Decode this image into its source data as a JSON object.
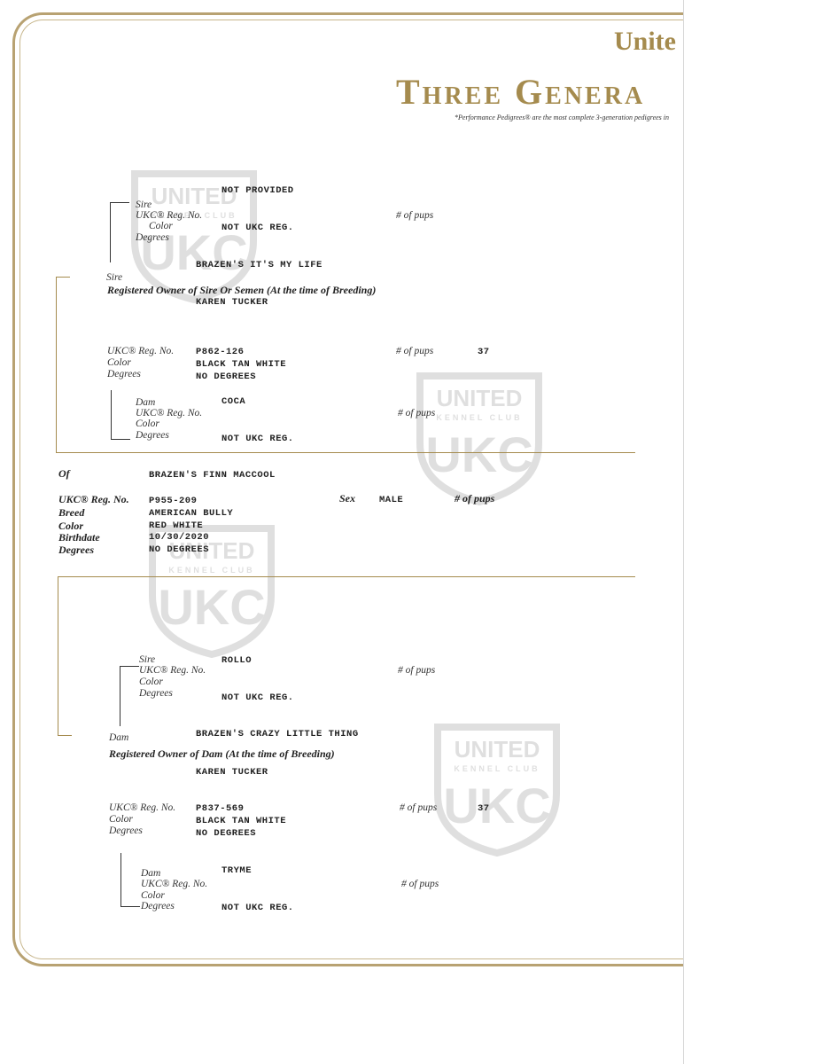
{
  "header": {
    "brand": "Unite",
    "title": "Three Genera",
    "subtitle": "*Performance Pedigrees® are the most complete 3-generation pedigrees in"
  },
  "watermark": {
    "top": "UNITED",
    "middle": "KENNEL CLUB",
    "bottom": "UKC"
  },
  "labels": {
    "sire": "Sire",
    "dam": "Dam",
    "ukc_reg": "UKC® Reg. No.",
    "color": "Color",
    "degrees": "Degrees",
    "pups": "# of pups",
    "owner_sire": "Registered Owner of Sire Or Semen (At the time of Breeding)",
    "owner_dam": "Registered Owner of Dam (At the time of Breeding)",
    "of": "Of",
    "ukc_reg_bold": "UKC® Reg. No.",
    "breed": "Breed",
    "color_bold": "Color",
    "birthdate": "Birthdate",
    "degrees_bold": "Degrees",
    "sex": "Sex",
    "pups_bold": "# of pups"
  },
  "sire_side": {
    "grandsire_name": "NOT PROVIDED",
    "grandsire_reg": "NOT UKC REG.",
    "sire_name": "BRAZEN'S IT'S MY LIFE",
    "owner": "KAREN TUCKER",
    "sire_reg": "P862-126",
    "sire_pups": "37",
    "sire_color": "BLACK TAN WHITE",
    "sire_degrees": "NO DEGREES",
    "granddam_name": "COCA",
    "granddam_reg": "NOT UKC REG."
  },
  "subject": {
    "name": "BRAZEN'S FINN MACCOOL",
    "reg": "P955-209",
    "sex": "MALE",
    "breed": "AMERICAN BULLY",
    "color": "RED WHITE",
    "birthdate": "10/30/2020",
    "degrees": "NO DEGREES"
  },
  "dam_side": {
    "grandsire_name": "ROLLO",
    "grandsire_reg": "NOT UKC REG.",
    "dam_name": "BRAZEN'S CRAZY LITTLE THING",
    "owner": "KAREN TUCKER",
    "dam_reg": "P837-569",
    "dam_pups": "37",
    "dam_color": "BLACK TAN WHITE",
    "dam_degrees": "NO DEGREES",
    "granddam_name": "TRYME",
    "granddam_reg": "NOT UKC REG."
  }
}
